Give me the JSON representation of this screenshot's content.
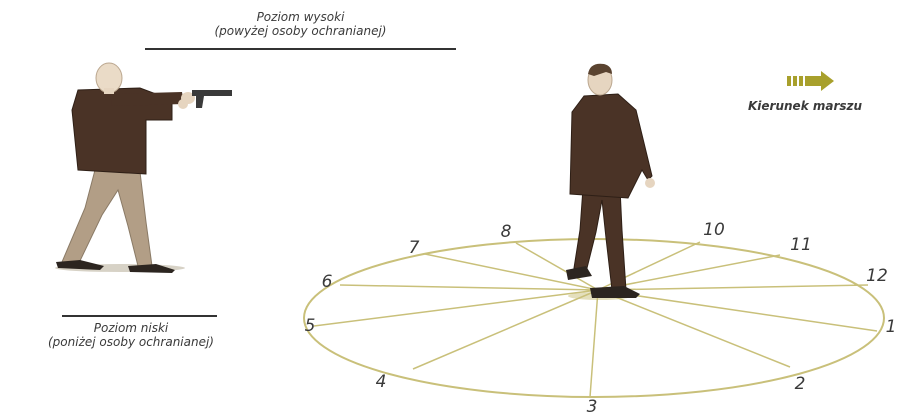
{
  "labels": {
    "high_level_line1": "Poziom wysoki",
    "high_level_line2": "(powyżej osoby ochranianej)",
    "low_level_line1": "Poziom niski",
    "low_level_line2": "(poniżej osoby ochranianej)",
    "direction": "Kierunek marszu"
  },
  "clock_positions": [
    "1",
    "2",
    "3",
    "4",
    "5",
    "6",
    "7",
    "8",
    "10",
    "11",
    "12"
  ],
  "colors": {
    "circle": "#c9c07a",
    "arrow": "#a8a02c",
    "suit": "#4a3326",
    "trousers": "#b29e86",
    "text": "#3a3a3a"
  }
}
